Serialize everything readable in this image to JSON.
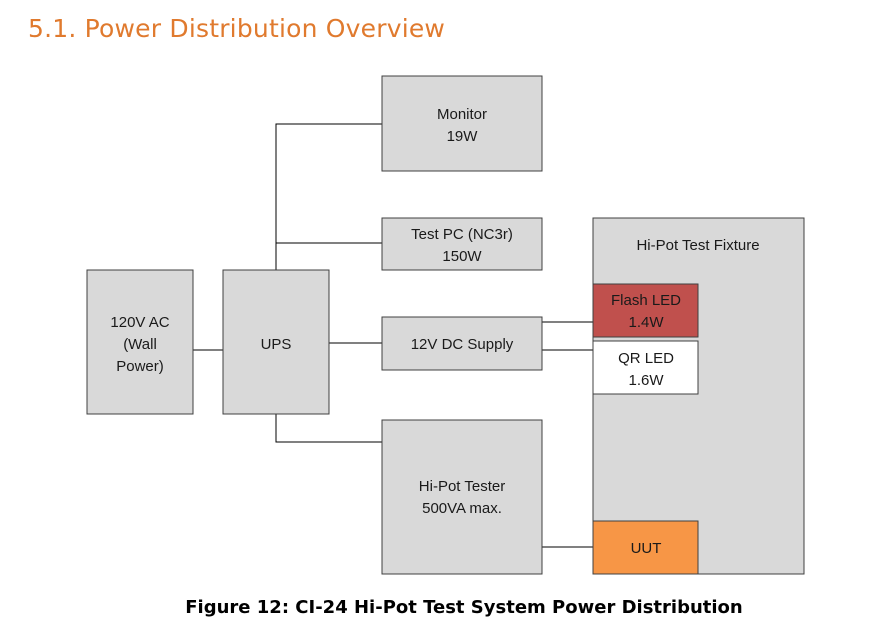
{
  "heading": "5.1. Power Distribution Overview",
  "caption": "Figure 12: CI-24 Hi-Pot Test System Power Distribution",
  "nodes": {
    "wall_power": {
      "lines": [
        "120V AC",
        "(Wall",
        "Power)"
      ]
    },
    "ups": {
      "lines": [
        "UPS"
      ]
    },
    "monitor": {
      "lines": [
        "Monitor",
        "19W"
      ]
    },
    "test_pc": {
      "lines": [
        "Test PC (NC3r)",
        "150W"
      ]
    },
    "dc_supply": {
      "lines": [
        "12V DC Supply"
      ]
    },
    "hipot_tester": {
      "lines": [
        "Hi-Pot Tester",
        "500VA max."
      ]
    },
    "fixture": {
      "lines": [
        "Hi-Pot Test Fixture"
      ]
    },
    "flash_led": {
      "lines": [
        "Flash LED",
        "1.4W"
      ]
    },
    "qr_led": {
      "lines": [
        "QR LED",
        "1.6W"
      ]
    },
    "uut": {
      "lines": [
        "UUT"
      ]
    }
  },
  "colors": {
    "heading": "#E07A2E",
    "box_fill": "#D9D9D9",
    "flash_led_fill": "#C0504D",
    "qr_led_fill": "#FFFFFF",
    "uut_fill": "#F79646"
  }
}
